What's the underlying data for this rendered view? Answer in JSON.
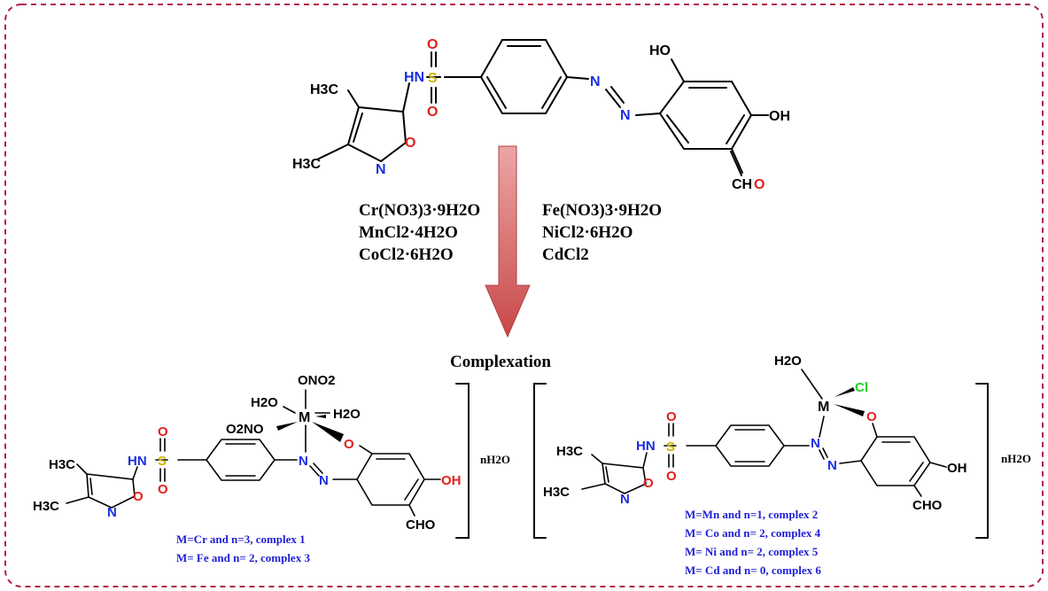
{
  "colors": {
    "frame": "#b0204a",
    "oxygen": "#e0201b",
    "nitrogen": "#1a2fe0",
    "sulfur": "#c8b400",
    "chlorine": "#1fcf2a",
    "note_text": "#1f1fd6",
    "arrow_top": "#e07a7a",
    "arrow_bottom": "#c84444"
  },
  "ligand": {
    "methyl_top": "H3C",
    "methyl_bottom": "H3C",
    "nh": "HN",
    "s": "S",
    "o_up": "O",
    "o_down": "O",
    "n_ring": "N",
    "o_ring": "O",
    "n_azo1": "N",
    "n_azo2": "N",
    "oh_top": "HO",
    "oh_right": "OH",
    "cho_c": "CH",
    "cho_o": "O"
  },
  "reagents": {
    "left": [
      "Cr(NO3)3·9H2O",
      "MnCl2·4H2O",
      "CoCl2·6H2O"
    ],
    "right": [
      "Fe(NO3)3·9H2O",
      "NiCl2·6H2O",
      "CdCl2"
    ]
  },
  "reaction_label": "Complexation",
  "complex_left": {
    "metal": "M",
    "ligand_top": "ONO2",
    "ligand_left_top": "H2O",
    "ligand_right": "H2O",
    "ligand_left": "O2NO",
    "phenoxide_o": "O",
    "oh": "OH",
    "cho": "CHO",
    "hydrate": "nH2O",
    "notes": [
      "M=Cr and n=3, complex 1",
      "M= Fe and n= 2, complex 3"
    ]
  },
  "complex_right": {
    "metal": "M",
    "water": "H2O",
    "chloride": "Cl",
    "phenoxide_o": "O",
    "oh": "OH",
    "cho": "CHO",
    "hydrate": "nH2O",
    "notes": [
      "M=Mn and n=1, complex 2",
      "M= Co and n= 2, complex 4",
      "M= Ni and n= 2, complex 5",
      "M= Cd and n= 0, complex 6"
    ]
  }
}
